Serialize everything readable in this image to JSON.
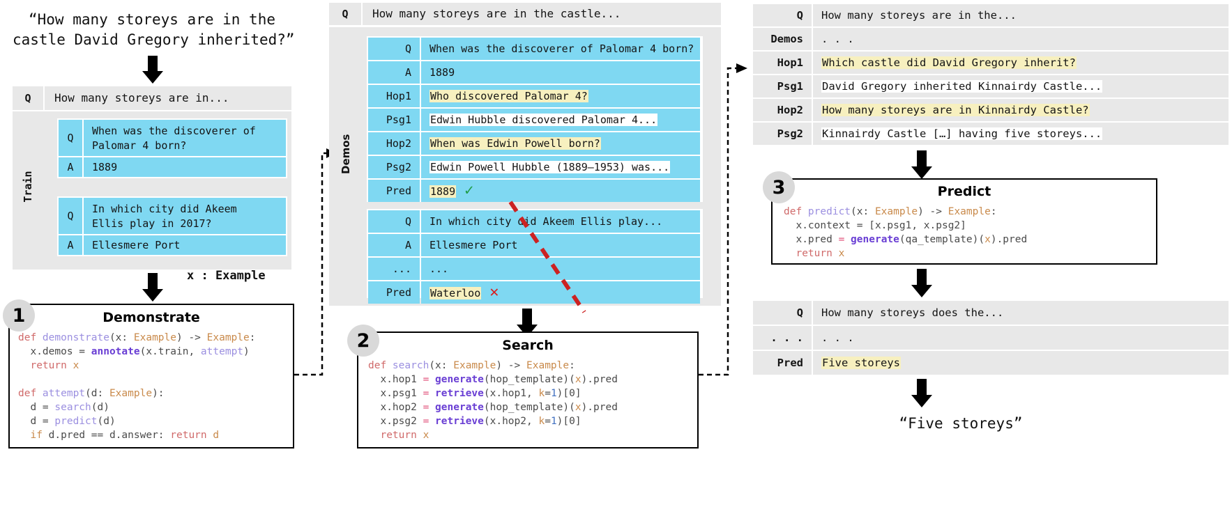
{
  "top_quote": "“How many storeys are in the\ncastle David Gregory inherited?”",
  "left": {
    "question_row": {
      "label": "Q",
      "text": "How many storeys are in..."
    },
    "train_label": "Train",
    "train_examples": [
      {
        "q_label": "Q",
        "q_text": "When was the discoverer of\nPalomar 4 born?",
        "a_label": "A",
        "a_text": "1889"
      },
      {
        "q_label": "Q",
        "q_text": "In which city did Akeem\nEllis play in 2017?",
        "a_label": "A",
        "a_text": "Ellesmere Port"
      }
    ],
    "x_example_caption": "x : Example"
  },
  "step1": {
    "number": "1",
    "title": "Demonstrate",
    "code_lines": [
      [
        {
          "t": "def ",
          "c": "k-def"
        },
        {
          "t": "demonstrate",
          "c": "k-fn"
        },
        {
          "t": "(x: ",
          "c": "k-plain"
        },
        {
          "t": "Example",
          "c": "k-type"
        },
        {
          "t": ") -> ",
          "c": "k-plain"
        },
        {
          "t": "Example",
          "c": "k-type"
        },
        {
          "t": ":",
          "c": "k-plain"
        }
      ],
      [
        {
          "t": "  x.demos = ",
          "c": "k-plain"
        },
        {
          "t": "annotate",
          "c": "k-bi"
        },
        {
          "t": "(x.train, ",
          "c": "k-plain"
        },
        {
          "t": "attempt",
          "c": "k-fn"
        },
        {
          "t": ")",
          "c": "k-plain"
        }
      ],
      [
        {
          "t": "  ",
          "c": "k-plain"
        },
        {
          "t": "return",
          "c": "k-ret"
        },
        {
          "t": " x",
          "c": "k-type"
        }
      ],
      [
        {
          "t": "",
          "c": "k-plain"
        }
      ],
      [
        {
          "t": "def ",
          "c": "k-def"
        },
        {
          "t": "attempt",
          "c": "k-fn"
        },
        {
          "t": "(d: ",
          "c": "k-plain"
        },
        {
          "t": "Example",
          "c": "k-type"
        },
        {
          "t": "):",
          "c": "k-plain"
        }
      ],
      [
        {
          "t": "  d = ",
          "c": "k-plain"
        },
        {
          "t": "search",
          "c": "k-fn"
        },
        {
          "t": "(d)",
          "c": "k-plain"
        }
      ],
      [
        {
          "t": "  d = ",
          "c": "k-plain"
        },
        {
          "t": "predict",
          "c": "k-fn"
        },
        {
          "t": "(d)",
          "c": "k-plain"
        }
      ],
      [
        {
          "t": "  ",
          "c": "k-plain"
        },
        {
          "t": "if",
          "c": "k-type"
        },
        {
          "t": " d.pred == d.answer: ",
          "c": "k-plain"
        },
        {
          "t": "return",
          "c": "k-ret"
        },
        {
          "t": " d",
          "c": "k-type"
        }
      ]
    ]
  },
  "middle": {
    "question_row": {
      "label": "Q",
      "text": "How many storeys are in the castle..."
    },
    "demos_label": "Demos",
    "demo1": [
      {
        "label": "Q",
        "text": "When was the discoverer of Palomar 4 born?",
        "style": "plain"
      },
      {
        "label": "A",
        "text": "1889",
        "style": "plain"
      },
      {
        "label": "Hop1",
        "text": "Who discovered Palomar 4?",
        "style": "hl"
      },
      {
        "label": "Psg1",
        "text": "Edwin Hubble discovered Palomar 4...",
        "style": "hlw"
      },
      {
        "label": "Hop2",
        "text": "When was Edwin Powell born?",
        "style": "hl"
      },
      {
        "label": "Psg2",
        "text": "Edwin Powell Hubble (1889–1953) was...",
        "style": "hlw"
      },
      {
        "label": "Pred",
        "text": "1889",
        "style": "hl",
        "mark": "check"
      }
    ],
    "demo2": [
      {
        "label": "Q",
        "text": "In which city did Akeem Ellis play...",
        "style": "plain"
      },
      {
        "label": "A",
        "text": "Ellesmere Port",
        "style": "plain"
      },
      {
        "label": "...",
        "text": "...",
        "style": "plain"
      },
      {
        "label": "Pred",
        "text": "Waterloo",
        "style": "hl",
        "mark": "x"
      }
    ]
  },
  "step2": {
    "number": "2",
    "title": "Search",
    "code_lines": [
      [
        {
          "t": "def ",
          "c": "k-def"
        },
        {
          "t": "search",
          "c": "k-fn"
        },
        {
          "t": "(x: ",
          "c": "k-plain"
        },
        {
          "t": "Example",
          "c": "k-type"
        },
        {
          "t": ") -> ",
          "c": "k-plain"
        },
        {
          "t": "Example",
          "c": "k-type"
        },
        {
          "t": ":",
          "c": "k-plain"
        }
      ],
      [
        {
          "t": "  x.hop1 ",
          "c": "k-plain"
        },
        {
          "t": "=",
          "c": "k-eq"
        },
        {
          "t": " ",
          "c": "k-plain"
        },
        {
          "t": "generate",
          "c": "k-bi"
        },
        {
          "t": "(hop_template)(",
          "c": "k-plain"
        },
        {
          "t": "x",
          "c": "k-arg"
        },
        {
          "t": ").pred",
          "c": "k-plain"
        }
      ],
      [
        {
          "t": "  x.psg1 ",
          "c": "k-plain"
        },
        {
          "t": "=",
          "c": "k-eq"
        },
        {
          "t": " ",
          "c": "k-plain"
        },
        {
          "t": "retrieve",
          "c": "k-bi"
        },
        {
          "t": "(x.hop1, ",
          "c": "k-plain"
        },
        {
          "t": "k",
          "c": "k-arg"
        },
        {
          "t": "=",
          "c": "k-plain"
        },
        {
          "t": "1",
          "c": "k-num"
        },
        {
          "t": ")[0]",
          "c": "k-plain"
        }
      ],
      [
        {
          "t": "  x.hop2 ",
          "c": "k-plain"
        },
        {
          "t": "=",
          "c": "k-eq"
        },
        {
          "t": " ",
          "c": "k-plain"
        },
        {
          "t": "generate",
          "c": "k-bi"
        },
        {
          "t": "(hop_template)(",
          "c": "k-plain"
        },
        {
          "t": "x",
          "c": "k-arg"
        },
        {
          "t": ").pred",
          "c": "k-plain"
        }
      ],
      [
        {
          "t": "  x.psg2 ",
          "c": "k-plain"
        },
        {
          "t": "=",
          "c": "k-eq"
        },
        {
          "t": " ",
          "c": "k-plain"
        },
        {
          "t": "retrieve",
          "c": "k-bi"
        },
        {
          "t": "(x.hop2, ",
          "c": "k-plain"
        },
        {
          "t": "k",
          "c": "k-arg"
        },
        {
          "t": "=",
          "c": "k-plain"
        },
        {
          "t": "1",
          "c": "k-num"
        },
        {
          "t": ")[0]",
          "c": "k-plain"
        }
      ],
      [
        {
          "t": "  ",
          "c": "k-plain"
        },
        {
          "t": "return",
          "c": "k-ret"
        },
        {
          "t": " x",
          "c": "k-type"
        }
      ]
    ]
  },
  "right": {
    "rows": [
      {
        "label": "Q",
        "text": "How many storeys are in the...",
        "style": "plain"
      },
      {
        "label": "Demos",
        "text": ". . .",
        "style": "plain"
      },
      {
        "label": "Hop1",
        "text": "Which castle did David Gregory inherit?",
        "style": "hl"
      },
      {
        "label": "Psg1",
        "text": "David Gregory inherited Kinnairdy Castle...",
        "style": "hlw"
      },
      {
        "label": "Hop2",
        "text": "How many storeys are in Kinnairdy Castle?",
        "style": "hl"
      },
      {
        "label": "Psg2",
        "text": "Kinnairdy Castle […] having five storeys...",
        "style": "hlw"
      }
    ],
    "output_rows": [
      {
        "label": "Q",
        "text": "How many storeys does the...",
        "style": "plain"
      },
      {
        "label": ". . .",
        "text": ". . .",
        "style": "plain"
      },
      {
        "label": "Pred",
        "text": "Five storeys",
        "style": "hl"
      }
    ],
    "final_answer": "“Five storeys”"
  },
  "step3": {
    "number": "3",
    "title": "Predict",
    "code_lines": [
      [
        {
          "t": "def ",
          "c": "k-def"
        },
        {
          "t": "predict",
          "c": "k-fn"
        },
        {
          "t": "(x: ",
          "c": "k-plain"
        },
        {
          "t": "Example",
          "c": "k-type"
        },
        {
          "t": ") -> ",
          "c": "k-plain"
        },
        {
          "t": "Example",
          "c": "k-type"
        },
        {
          "t": ":",
          "c": "k-plain"
        }
      ],
      [
        {
          "t": "  x.context = [x.psg1, x.psg2]",
          "c": "k-plain"
        }
      ],
      [
        {
          "t": "  x.pred ",
          "c": "k-plain"
        },
        {
          "t": "=",
          "c": "k-eq"
        },
        {
          "t": " ",
          "c": "k-plain"
        },
        {
          "t": "generate",
          "c": "k-bi"
        },
        {
          "t": "(qa_template)(",
          "c": "k-plain"
        },
        {
          "t": "x",
          "c": "k-arg"
        },
        {
          "t": ").pred",
          "c": "k-plain"
        }
      ],
      [
        {
          "t": "  ",
          "c": "k-plain"
        },
        {
          "t": "return",
          "c": "k-ret"
        },
        {
          "t": " x",
          "c": "k-type"
        }
      ]
    ]
  },
  "colors": {
    "blue_cell": "#7fd8f2",
    "gray_cell": "#e8e8e8",
    "highlight_yellow": "#f7f0bf",
    "check_green": "#1f9c46",
    "x_red": "#d81f1f",
    "slash_red": "#cc2222"
  }
}
